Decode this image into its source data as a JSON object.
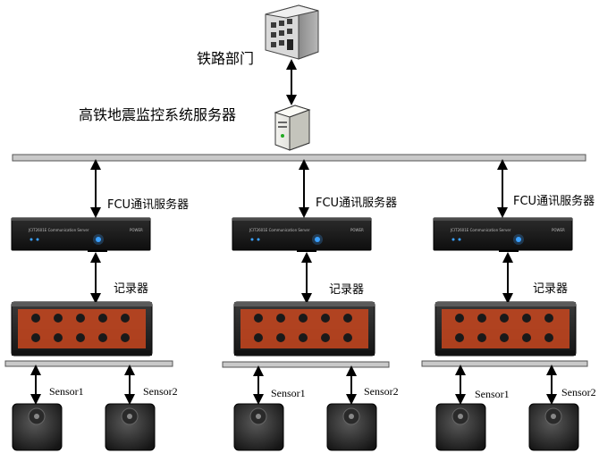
{
  "labels": {
    "railway_dept": "铁路部门",
    "monitor_server": "高铁地震监控系统服务器"
  },
  "units": [
    {
      "fcu_label": "FCU通讯服务器",
      "recorder_label": "记录器",
      "sensor1_label": "Sensor1",
      "sensor2_label": "Sensor2"
    },
    {
      "fcu_label": "FCU通讯服务器",
      "recorder_label": "记录器",
      "sensor1_label": "Sensor1",
      "sensor2_label": "Sensor2"
    },
    {
      "fcu_label": "FCU通讯服务器",
      "recorder_label": "记录器",
      "sensor1_label": "Sensor1",
      "sensor2_label": "Sensor2"
    }
  ],
  "colors": {
    "bus_fill": "#c9c9c9",
    "bus_stroke": "#555555",
    "device_dark": "#1b1b1b",
    "led_blue": "#3aa0ff",
    "recorder_accent": "#c8461e"
  }
}
